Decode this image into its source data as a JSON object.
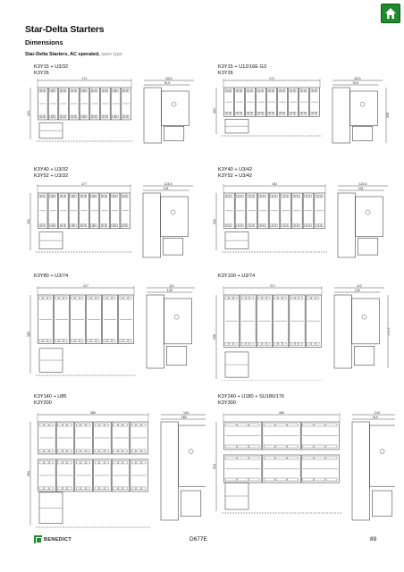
{
  "header": {
    "title": "Star-Delta Starters",
    "section": "Dimensions",
    "subtitle_bold": "Star-Delta Starters, AC operated,",
    "subtitle_rest": "open type",
    "home_icon": "home-icon"
  },
  "colors": {
    "brand_green": "#1f8a2e",
    "line": "#222222"
  },
  "models": {
    "m1": [
      "K3Y15 + U3/32",
      "K3Y26"
    ],
    "m2": [
      "K3Y15 + U12/16E G3",
      "K3Y26"
    ],
    "m3": [
      "K3Y40 + U3/32",
      "K3Y52 + U3/32"
    ],
    "m4": [
      "K3Y40 + U3/42",
      "K3Y52 + U3/42"
    ],
    "m5": [
      "K3Y80 + U3/74"
    ],
    "m6": [
      "K3Y100 + U3/74"
    ],
    "m7": [
      "K3Y140 + U85",
      "K3Y200"
    ],
    "m8": [
      "K3Y240 + U180 + SU180/176",
      "K3Y300"
    ]
  },
  "dims": {
    "d1": {
      "w": "171",
      "side_w": "83.5",
      "side_w2": "78.5",
      "h": "121",
      "side_h": "73"
    },
    "d2": {
      "w": "172",
      "side_w": "83.5",
      "side_w2": "76.5",
      "h": "101",
      "side_h": "130"
    },
    "d3": {
      "w": "177",
      "side_w": "124.5",
      "side_w2": "101",
      "h": "131",
      "side_h": "82"
    },
    "d4": {
      "w": "192",
      "side_w": "124.5",
      "side_w2": "101",
      "h": "131",
      "side_h": "96.5"
    },
    "d5": {
      "w": "217",
      "side_w": "112",
      "side_w2": "109",
      "h": "183",
      "side_h": "124.5"
    },
    "d6": {
      "w": "217",
      "side_w": "112",
      "side_w2": "130",
      "h": "208",
      "side_h": "124.5"
    },
    "d7": {
      "w": "380",
      "side_w": "144",
      "side_w2": "280",
      "h": "391",
      "side_h": "94"
    },
    "d8": {
      "w": "490",
      "side_w": "210",
      "side_w2": "419",
      "h": "543",
      "side_h": "158"
    }
  },
  "footer": {
    "brand": "BENEDICT",
    "code": "D677E",
    "page": "89"
  }
}
